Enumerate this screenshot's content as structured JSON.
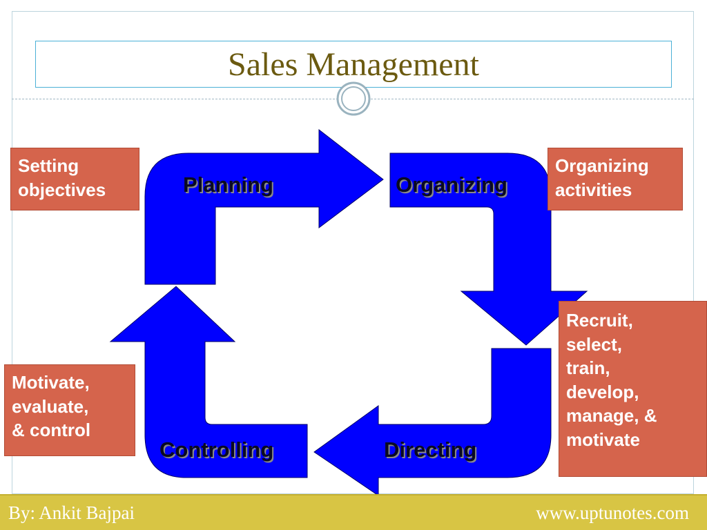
{
  "slide": {
    "title": "Sales Management"
  },
  "diagram": {
    "stages": {
      "planning": "Planning",
      "organizing": "Organizing",
      "directing": "Directing",
      "controlling": "Controlling"
    },
    "notes": {
      "planning": "Setting\nobjectives",
      "organizing": "Organizing\nactivities",
      "directing": "Recruit,\nselect,\ntrain,\ndevelop,\nmanage, &\nmotivate",
      "controlling": "Motivate,\nevaluate,\n & control"
    },
    "colors": {
      "arrow": "#0000ff",
      "note_box": "#d5644c",
      "footer": "#d8c544"
    }
  },
  "footer": {
    "author": "By: Ankit Bajpai",
    "website": "www.uptunotes.com"
  }
}
